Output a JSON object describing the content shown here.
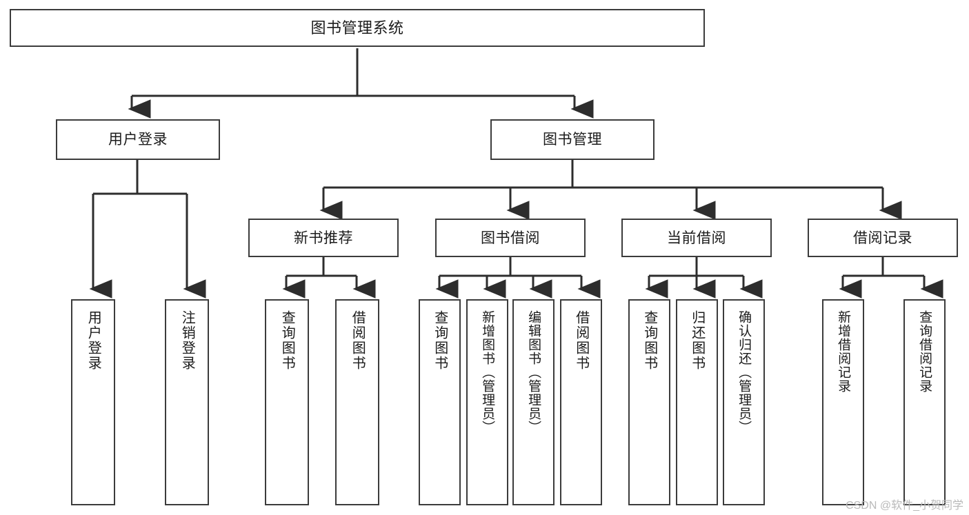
{
  "diagram": {
    "title": "图书管理系统",
    "type": "tree-hierarchy-diagram",
    "colors": {
      "stroke": "#3b3b3b",
      "fill": "#ffffff",
      "text": "#1b1b1b",
      "watermark": "#b9b9b9"
    },
    "root": {
      "label": "图书管理系统"
    },
    "level2": [
      {
        "label": "用户登录"
      },
      {
        "label": "图书管理"
      }
    ],
    "level3": [
      {
        "label": "新书推荐"
      },
      {
        "label": "图书借阅"
      },
      {
        "label": "当前借阅"
      },
      {
        "label": "借阅记录"
      }
    ],
    "leaves": {
      "user_login": [
        {
          "label": "用户登录"
        },
        {
          "label": "注销登录"
        }
      ],
      "new_book_recommend": [
        {
          "label": "查询图书"
        },
        {
          "label": "借阅图书"
        }
      ],
      "book_borrow": [
        {
          "label": "查询图书"
        },
        {
          "label": "新增图书（管理员）"
        },
        {
          "label": "编辑图书（管理员）"
        },
        {
          "label": "借阅图书"
        }
      ],
      "current_borrow": [
        {
          "label": "查询图书"
        },
        {
          "label": "归还图书"
        },
        {
          "label": "确认归还（管理员）"
        }
      ],
      "borrow_records": [
        {
          "label": "新增借阅记录"
        },
        {
          "label": "查询借阅记录"
        }
      ]
    },
    "watermark": "CSDN @软件_小贺同学"
  }
}
